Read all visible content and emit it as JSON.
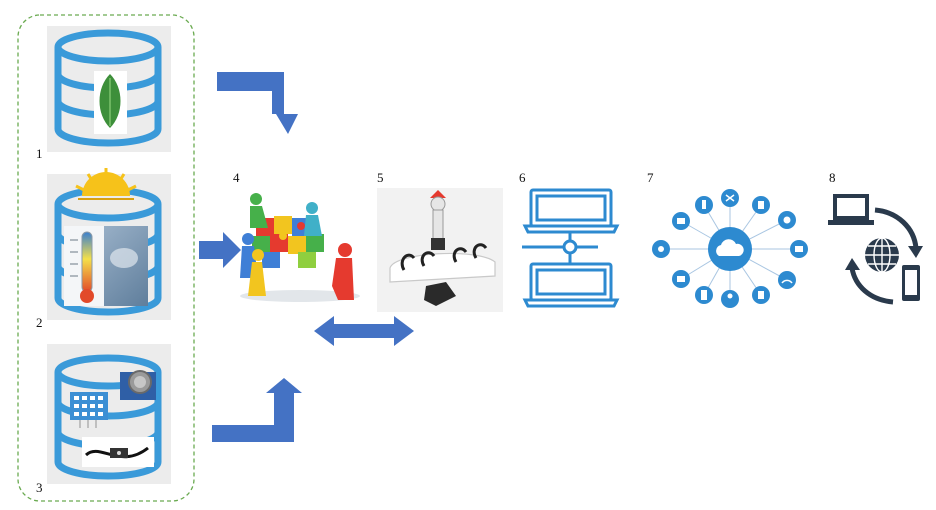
{
  "steps": [
    {
      "label": "1",
      "icon": "database-leaf-icon"
    },
    {
      "label": "2",
      "icon": "database-weather-icon"
    },
    {
      "label": "3",
      "icon": "database-sensor-icon"
    },
    {
      "label": "4",
      "icon": "puzzle-team-icon"
    },
    {
      "label": "5",
      "icon": "robot-arm-icon"
    },
    {
      "label": "6",
      "icon": "connected-laptops-icon"
    },
    {
      "label": "7",
      "icon": "iot-cloud-icon"
    },
    {
      "label": "8",
      "icon": "laptop-globe-phone-icon"
    }
  ],
  "colors": {
    "db_blue": "#3a9ad9",
    "arrow_blue": "#4472c4",
    "dashed_green": "#6aaa50",
    "panel_gray": "#ececec",
    "cloud_blue": "#2d8ad0",
    "dark_navy": "#2a3a4c"
  }
}
